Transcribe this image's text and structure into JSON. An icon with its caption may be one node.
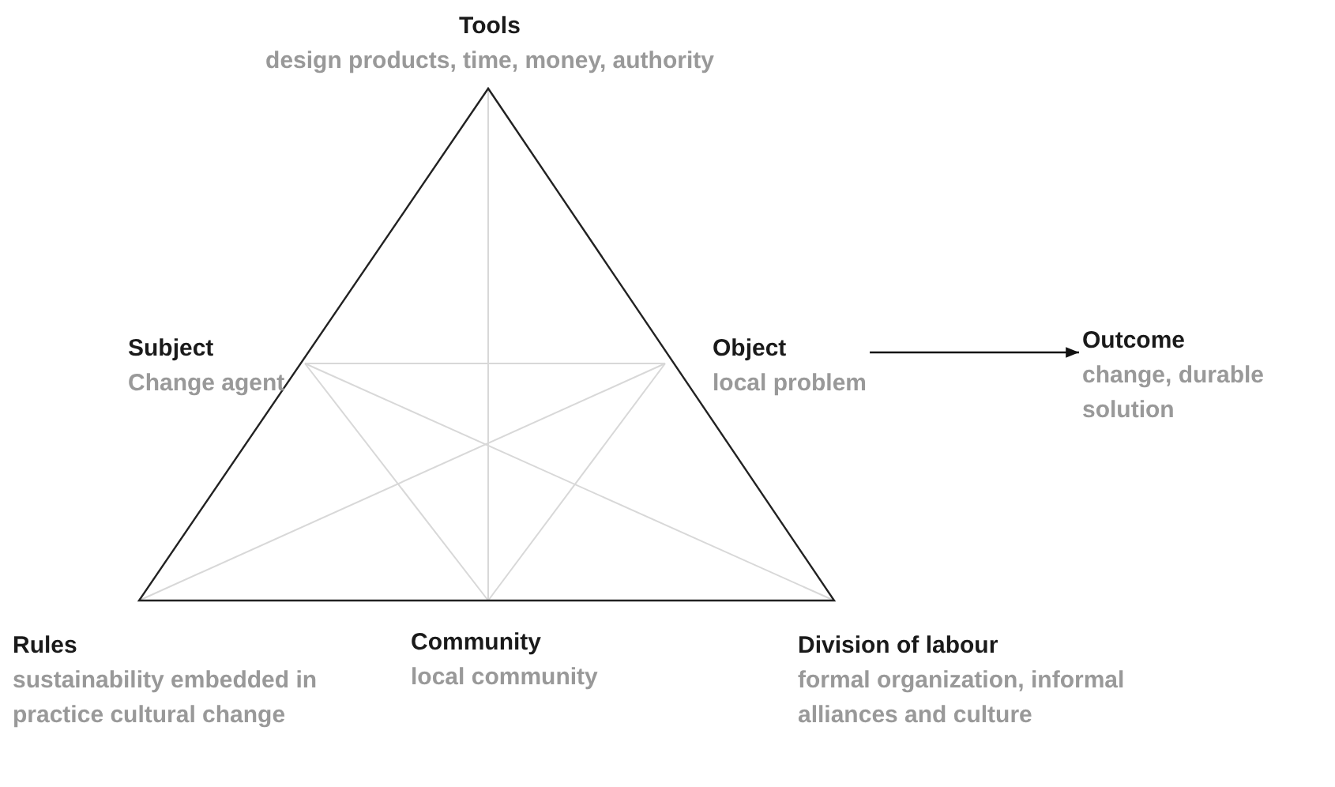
{
  "diagram": {
    "nodes": [
      {
        "text": [
          "Tools",
          "design products, time, money, authority"
        ]
      },
      {
        "text": [
          "Subject",
          "Change agent"
        ]
      },
      {
        "text": [
          "Object",
          "local problem"
        ]
      },
      {
        "text": [
          "Outcome",
          "change, durable solution"
        ]
      },
      {
        "text": [
          "Rules",
          "sustainability embedded in practice cultural change"
        ]
      },
      {
        "text": [
          "Community",
          "local community"
        ]
      },
      {
        "text": [
          "Division of labour",
          "formal organization, informal alliances and culture"
        ]
      }
    ],
    "edges": [
      {
        "from": 2,
        "to": 3,
        "arrow": "to"
      }
    ]
  }
}
